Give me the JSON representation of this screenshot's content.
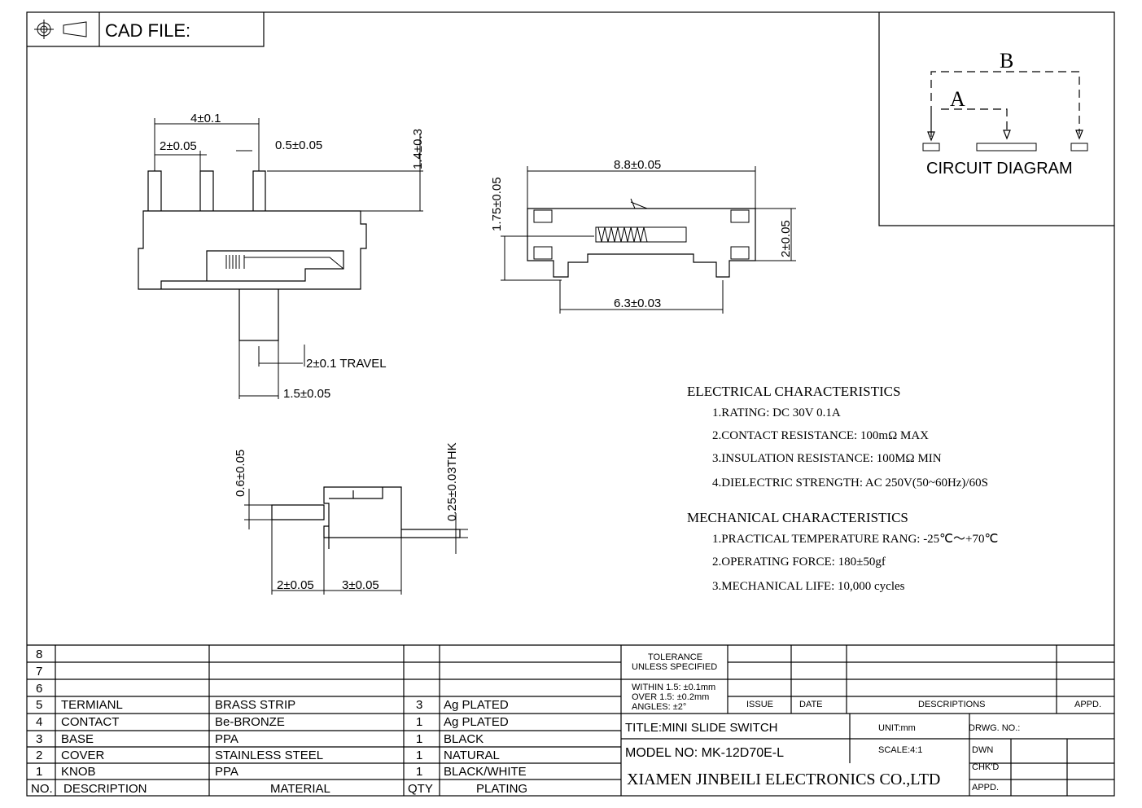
{
  "header": {
    "cad_file_label": "CAD FILE:",
    "icons": [
      "projection-symbol-icon"
    ]
  },
  "circuit": {
    "label_a": "A",
    "label_b": "B",
    "title": "CIRCUIT DIAGRAM"
  },
  "dimensions": {
    "d1": "4±0.1",
    "d2": "2±0.05",
    "d3": "0.5±0.05",
    "d4": "1.4±0.3",
    "d5": "2±0.1  TRAVEL",
    "d6": "1.5±0.05",
    "d7": "8.8±0.05",
    "d8": "1.75±0.05",
    "d9": "2±0.05",
    "d10": "6.3±0.03",
    "d11": "0.6±0.05",
    "d12": "0.25±0.03THK",
    "d13": "2±0.05",
    "d14": "3±0.05"
  },
  "electrical": {
    "title": "ELECTRICAL  CHARACTERISTICS",
    "items": [
      "1.RATING: DC 30V 0.1A",
      "2.CONTACT RESISTANCE: 100mΩ MAX",
      "3.INSULATION RESISTANCE: 100MΩ MIN",
      "4.DIELECTRIC STRENGTH: AC 250V(50~60Hz)/60S"
    ]
  },
  "mechanical": {
    "title": "MECHANICAL  CHARACTERISTICS",
    "items": [
      "1.PRACTICAL TEMPERATURE RANG: -25℃～+70℃",
      "2.OPERATING FORCE: 180±50gf",
      "3.MECHANICAL LIFE: 10,000 cycles"
    ]
  },
  "bom": {
    "empty_rows": [
      "8",
      "7",
      "6"
    ],
    "rows": [
      {
        "no": "5",
        "desc": "TERMIANL",
        "material": "BRASS STRIP",
        "qty": "3",
        "plating": "Ag PLATED"
      },
      {
        "no": "4",
        "desc": "CONTACT",
        "material": "Be-BRONZE",
        "qty": "1",
        "plating": "Ag PLATED"
      },
      {
        "no": "3",
        "desc": "BASE",
        "material": "PPA",
        "qty": "1",
        "plating": "BLACK"
      },
      {
        "no": "2",
        "desc": "COVER",
        "material": "STAINLESS STEEL",
        "qty": "1",
        "plating": "NATURAL"
      },
      {
        "no": "1",
        "desc": "KNOB",
        "material": "PPA",
        "qty": "1",
        "plating": "BLACK/WHITE"
      }
    ],
    "headers": {
      "no": "NO.",
      "desc": "DESCRIPTION",
      "material": "MATERIAL",
      "qty": "QTY",
      "plating": "PLATING"
    }
  },
  "title_block": {
    "tolerance1": "TOLERANCE",
    "tolerance2": "UNLESS SPECIFIED",
    "tol_within": "WITHIN 1.5: ±0.1mm",
    "tol_over": "OVER 1.5:  ±0.2mm",
    "tol_angles": "ANGLES: ±2°",
    "issue": "ISSUE",
    "date": "DATE",
    "descriptions": "DESCRIPTIONS",
    "appd": "APPD.",
    "title": "TITLE:MINI  SLIDE  SWITCH",
    "unit": "UNIT:mm",
    "drwg_no": "DRWG. NO.:",
    "model": "MODEL  NO: MK-12D70E-L",
    "scale": "SCALE:4:1",
    "dwn": "DWN",
    "chkd": "CHK'D",
    "appd2": "APPD.",
    "company": "XIAMEN JINBEILI ELECTRONICS CO.,LTD"
  }
}
